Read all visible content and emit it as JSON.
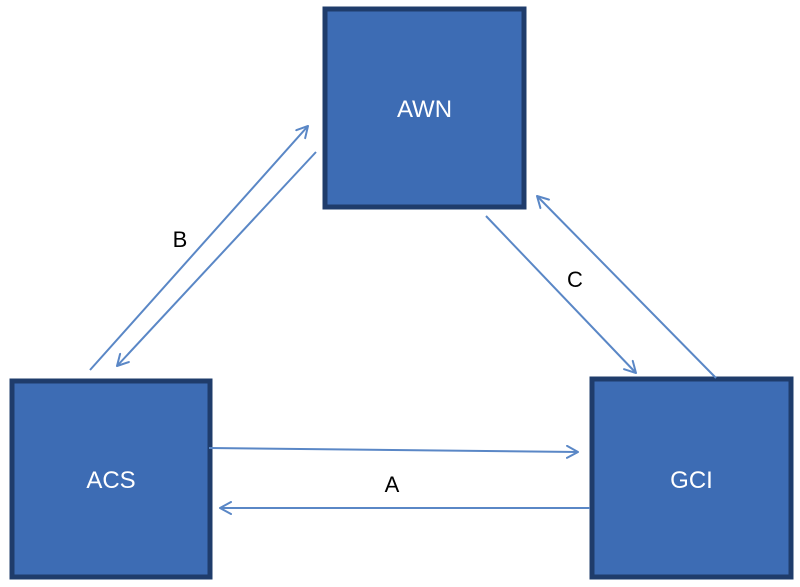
{
  "colors": {
    "node_fill": "#3d6cb4",
    "node_border": "#1f3c6b",
    "arrow": "#5a87c6",
    "label_text": "#000000",
    "node_text": "#ffffff"
  },
  "nodes": {
    "awn": {
      "label": "AWN"
    },
    "acs": {
      "label": "ACS"
    },
    "gci": {
      "label": "GCI"
    }
  },
  "edges": {
    "a": {
      "label": "A",
      "from": "ACS",
      "to": "GCI",
      "bidirectional": true
    },
    "b": {
      "label": "B",
      "from": "ACS",
      "to": "AWN",
      "bidirectional": true
    },
    "c": {
      "label": "C",
      "from": "AWN",
      "to": "GCI",
      "bidirectional": true
    }
  }
}
